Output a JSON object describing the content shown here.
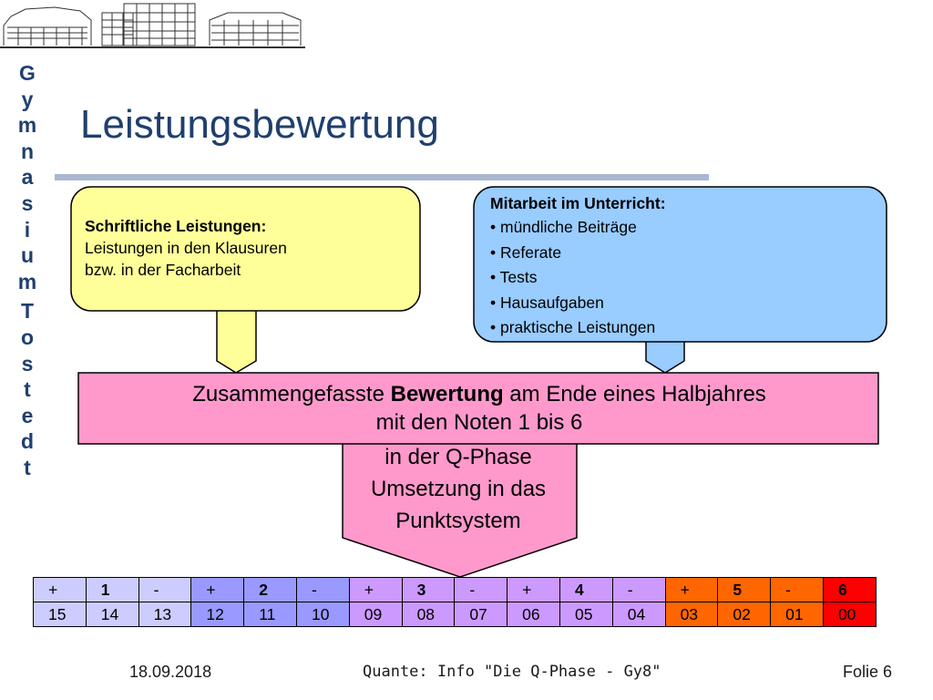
{
  "school_vertical": {
    "word1": [
      "G",
      "y",
      "m",
      "n",
      "a",
      "s",
      "i",
      "u",
      "m"
    ],
    "word2": [
      "T",
      "o",
      "s",
      "t",
      "e",
      "d",
      "t"
    ]
  },
  "title": "Leistungsbewertung",
  "box_left": {
    "heading": "Schriftliche Leistungen:",
    "lines": [
      "Leistungen in den Klausuren",
      "bzw. in der Facharbeit"
    ],
    "color": "#ffff99"
  },
  "box_right": {
    "heading": "Mitarbeit im Unterricht:",
    "items": [
      "• mündliche Beiträge",
      "• Referate",
      "• Tests",
      "• Hausaufgaben",
      "• praktische Leistungen"
    ],
    "color": "#99ccff"
  },
  "summary": {
    "pre": "Zusammengefasste ",
    "bold": "Bewertung",
    "post": " am Ende eines Halbjahres",
    "line2": "mit den Noten 1 bis 6",
    "color": "#ff99cc"
  },
  "arrow_text": [
    "in der Q-Phase",
    "Umsetzung in das",
    "Punktsystem"
  ],
  "grade_table": {
    "row1": [
      "+",
      "1",
      "-",
      "+",
      "2",
      "-",
      "+",
      "3",
      "-",
      "+",
      "4",
      "-",
      "+",
      "5",
      "-",
      "6"
    ],
    "row2": [
      "15",
      "14",
      "13",
      "12",
      "11",
      "10",
      "09",
      "08",
      "07",
      "06",
      "05",
      "04",
      "03",
      "02",
      "01",
      "00"
    ],
    "bold_cols": [
      1,
      4,
      7,
      10,
      13,
      15
    ],
    "colors": [
      "#ccccff",
      "#ccccff",
      "#ccccff",
      "#9999ff",
      "#9999ff",
      "#9999ff",
      "#cc99ff",
      "#cc99ff",
      "#cc99ff",
      "#cc99ff",
      "#cc99ff",
      "#cc99ff",
      "#ff6600",
      "#ff6600",
      "#ff6600",
      "#ff0000"
    ]
  },
  "footer": {
    "date": "18.09.2018",
    "center": "Quante: Info \"Die Q-Phase - Gy8\"",
    "slide": "Folie 6"
  }
}
